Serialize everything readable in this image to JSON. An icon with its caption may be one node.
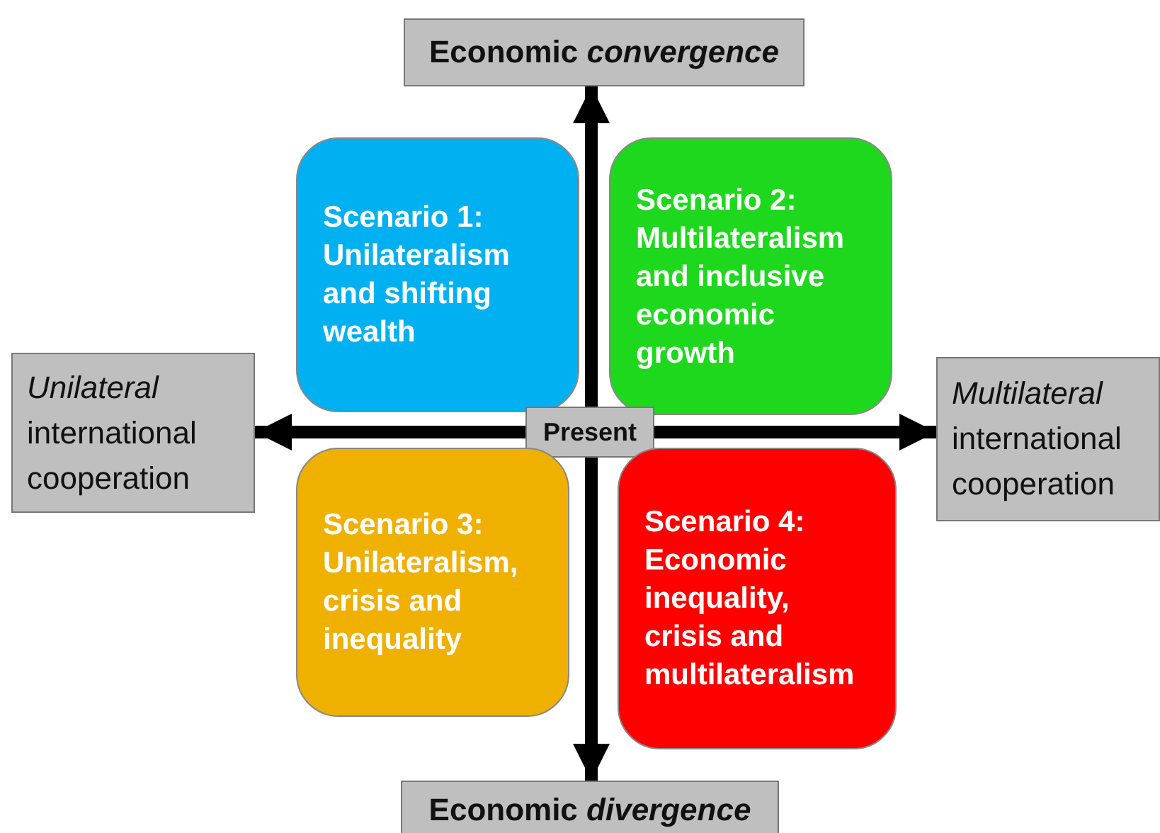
{
  "diagram": {
    "nodes": [
      {
        "text": [
          "Economic *convergence*"
        ]
      },
      {
        "text": [
          "Scenario 1: Unilateralism and shifting wealth"
        ]
      },
      {
        "text": [
          "Scenario 2: Multilateralism and inclusive economic growth"
        ]
      },
      {
        "text": [
          "*Unilateral* international cooperation"
        ]
      },
      {
        "text": [
          "Present"
        ]
      },
      {
        "text": [
          "*Multilateral* international cooperation"
        ]
      },
      {
        "text": [
          "Scenario 3: Unilateralism, crisis and inequality"
        ]
      },
      {
        "text": [
          "Scenario 4: Economic inequality, crisis and multilateralism"
        ]
      },
      {
        "text": [
          "Economic *divergence*"
        ]
      }
    ],
    "edges": [
      {
        "from": 4,
        "to": 0,
        "arrow": "to"
      },
      {
        "from": 4,
        "to": 3,
        "arrow": "to"
      },
      {
        "from": 4,
        "to": 5,
        "arrow": "to"
      },
      {
        "from": 4,
        "to": 8,
        "arrow": "to"
      }
    ]
  }
}
